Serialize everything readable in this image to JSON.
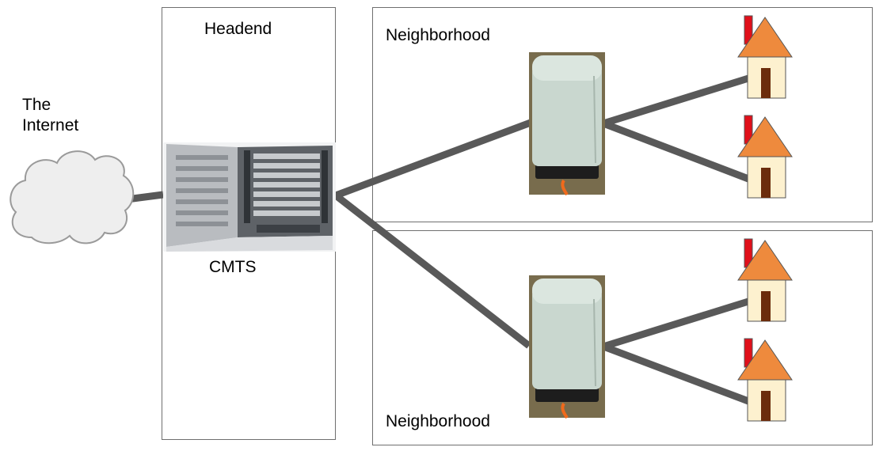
{
  "labels": {
    "internet_line1": "The",
    "internet_line2": "Internet",
    "headend": "Headend",
    "cmts": "CMTS",
    "neighborhood_top": "Neighborhood",
    "neighborhood_bottom": "Neighborhood"
  },
  "colors": {
    "cable": "#595959",
    "box_border": "#6f6f6f",
    "cloud_fill": "#eeeeee",
    "cloud_stroke": "#9a9a9a",
    "house_body": "#fdf1cf",
    "house_roof": "#ee8a3d",
    "house_door": "#6b2c0c",
    "house_chimney": "#e0101a",
    "node_fill": "#c9d7cf",
    "server_body": "#8e9296"
  },
  "icons": {
    "cloud": "cloud-icon",
    "server": "cmts-server-icon",
    "node": "fiber-node-pedestal-icon",
    "house": "house-icon"
  }
}
